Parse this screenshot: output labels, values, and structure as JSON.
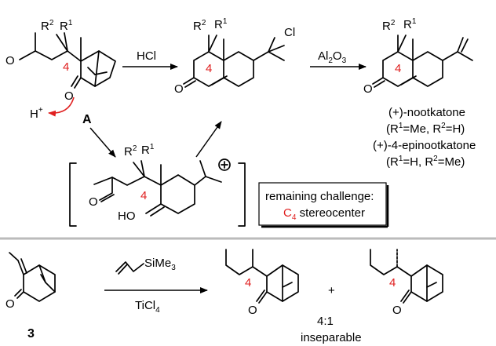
{
  "reagents": {
    "hcl": "HCl",
    "al2o3_main": "Al",
    "al2o3_sub1": "2",
    "al2o3_mid": "O",
    "al2o3_sub2": "3",
    "allyl_silane": "SiMe",
    "allyl_silane_sub": "3",
    "ticl4_main": "TiCl",
    "ticl4_sub": "4"
  },
  "atoms": {
    "o": "O",
    "cl": "Cl",
    "h_plus": "H",
    "plus": "+",
    "ho": "HO",
    "r": "R",
    "one": "1",
    "two": "2",
    "locant4": "4"
  },
  "compound_labels": {
    "a": "A",
    "three": "3"
  },
  "products": {
    "nootkatone": "(+)-nootkatone",
    "nootkatone_cond_1": "(R",
    "nootkatone_cond_2": "=Me, R",
    "nootkatone_cond_3": "=H)",
    "epi": "(+)-4-epinootkatone",
    "epi_cond_1": "(R",
    "epi_cond_2": "=H, R",
    "epi_cond_3": "=Me)"
  },
  "challenge": {
    "line1": "remaining challenge:",
    "line2_red": "C",
    "line2_red_sub": "4",
    "line2_rest": " stereocenter"
  },
  "bottom": {
    "plus": "+",
    "ratio": "4:1",
    "inseparable": "inseparable"
  },
  "colors": {
    "accent": "#e02020",
    "divider": "#bbbbbb"
  }
}
